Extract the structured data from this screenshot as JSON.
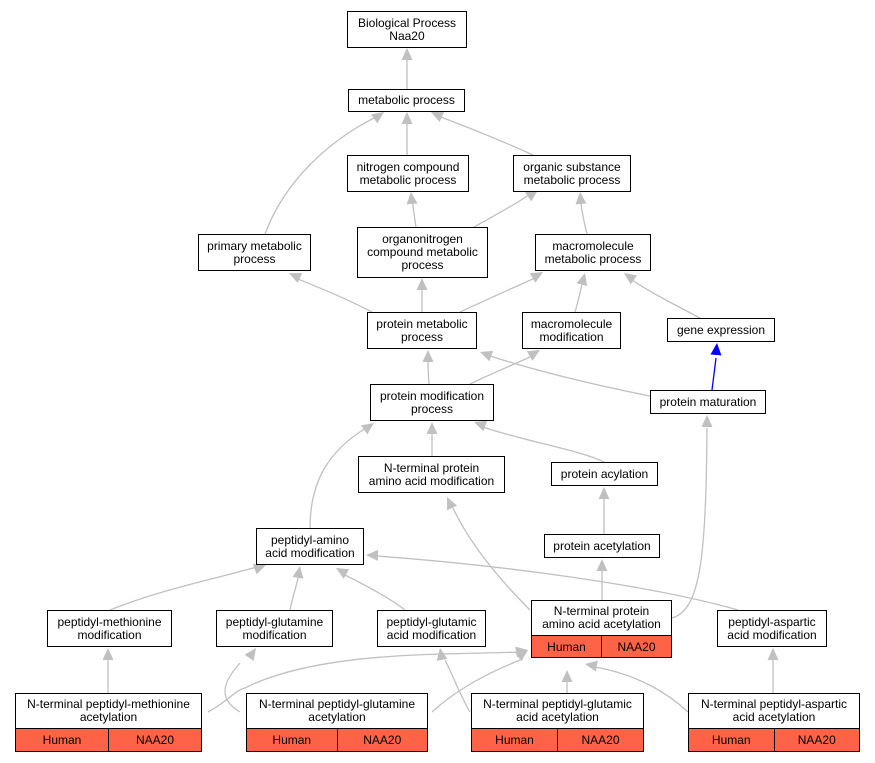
{
  "nodes": {
    "bp": "Biological Process\nNaa20",
    "metabolic": "metabolic process",
    "nitrogen": "nitrogen compound\nmetabolic process",
    "organic": "organic substance\nmetabolic process",
    "primary": "primary metabolic\nprocess",
    "organonitrogen": "organonitrogen\ncompound metabolic\nprocess",
    "macromolecule_met": "macromolecule\nmetabolic process",
    "protein_met": "protein metabolic\nprocess",
    "macromolecule_mod": "macromolecule\nmodification",
    "gene_expr": "gene expression",
    "protein_mod": "protein modification\nprocess",
    "protein_maturation": "protein maturation",
    "nterm_protein_aa_mod": "N-terminal protein\namino acid modification",
    "protein_acylation": "protein acylation",
    "protein_acetylation": "protein acetylation",
    "peptidyl_aa_mod": "peptidyl-amino\nacid modification",
    "pep_met_mod": "peptidyl-methionine\nmodification",
    "pep_gln_mod": "peptidyl-glutamine\nmodification",
    "pep_glu_mod": "peptidyl-glutamic\nacid modification",
    "nterm_aa_acetylation": "N-terminal protein\namino acid acetylation",
    "pep_asp_mod": "peptidyl-aspartic\nacid modification",
    "nterm_met_acet": "N-terminal peptidyl-methionine\nacetylation",
    "nterm_gln_acet": "N-terminal peptidyl-glutamine\nacetylation",
    "nterm_glu_acet": "N-terminal peptidyl-glutamic\nacid acetylation",
    "nterm_asp_acet": "N-terminal peptidyl-aspartic\nacid acetylation"
  },
  "annotation": {
    "species": "Human",
    "gene": "NAA20",
    "color": "#ff6347"
  },
  "colors": {
    "edge": "#c0c0c0",
    "highlight_edge": "#0000ff"
  }
}
